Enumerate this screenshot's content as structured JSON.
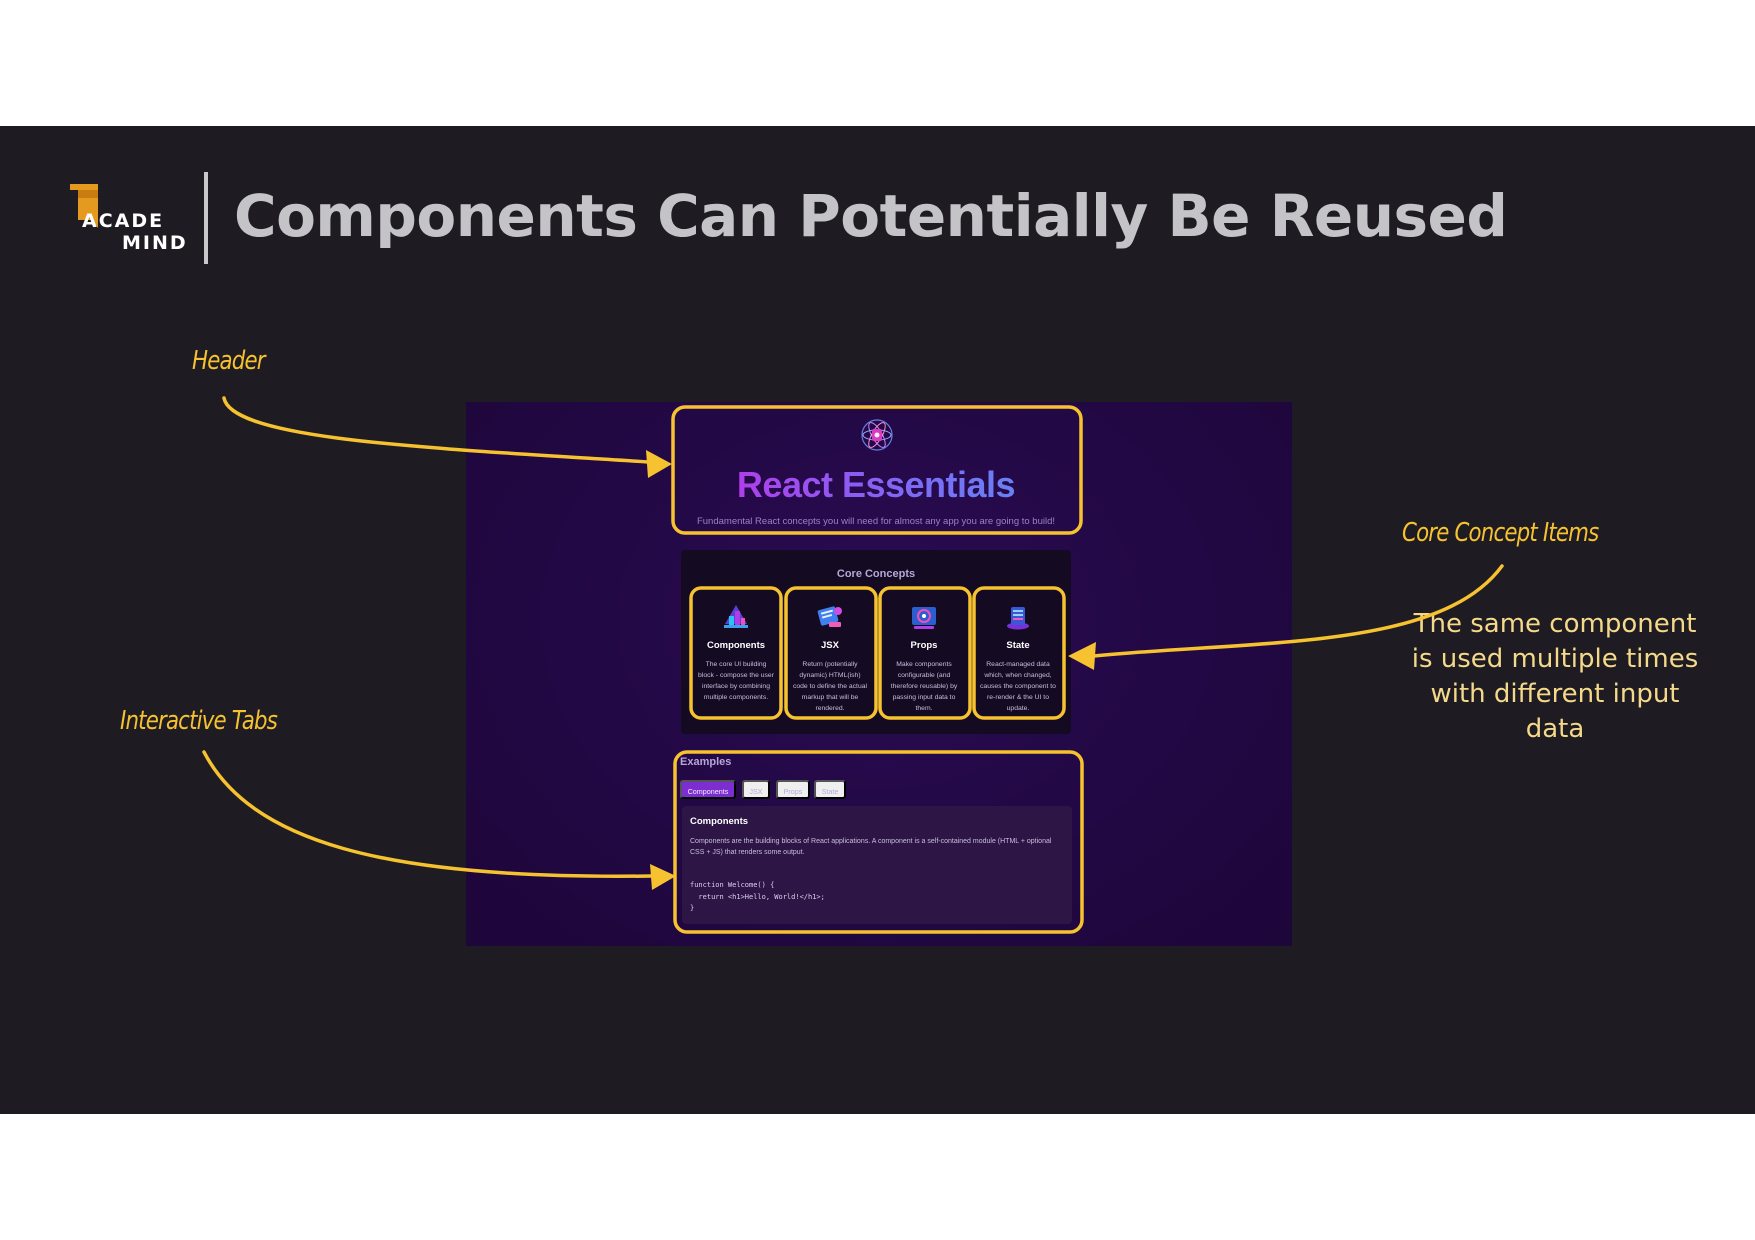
{
  "slide": {
    "title": "Components Can Potentially Be Reused",
    "logo": {
      "line1": "ACADE",
      "line2": "MIND"
    },
    "annotations": {
      "header": "Header",
      "interactive_tabs": "Interactive Tabs",
      "core_concept_items": "Core Concept Items"
    },
    "note": "The same component is used multiple times with different input data",
    "accent_color": "#f6c230"
  },
  "app": {
    "header": {
      "title": "React Essentials",
      "description": "Fundamental React concepts you will need for almost any app you are going to build!"
    },
    "core_concepts": {
      "title": "Core Concepts",
      "items": [
        {
          "icon": "components-icon",
          "title": "Components",
          "description": "The core UI building block - compose the user interface by combining multiple components."
        },
        {
          "icon": "jsx-icon",
          "title": "JSX",
          "description": "Return (potentially dynamic) HTML(ish) code to define the actual markup that will be rendered."
        },
        {
          "icon": "props-icon",
          "title": "Props",
          "description": "Make components configurable (and therefore reusable) by passing input data to them."
        },
        {
          "icon": "state-icon",
          "title": "State",
          "description": "React-managed data which, when changed, causes the component to re-render & the UI to update."
        }
      ]
    },
    "examples": {
      "title": "Examples",
      "tabs": [
        "Components",
        "JSX",
        "Props",
        "State"
      ],
      "active_tab": "Components",
      "content": {
        "title": "Components",
        "description": "Components are the building blocks of React applications. A component is a self-contained module (HTML + optional CSS + JS) that renders some output.",
        "code": "function Welcome() {\n  return <h1>Hello, World!</h1>;\n}"
      }
    }
  }
}
